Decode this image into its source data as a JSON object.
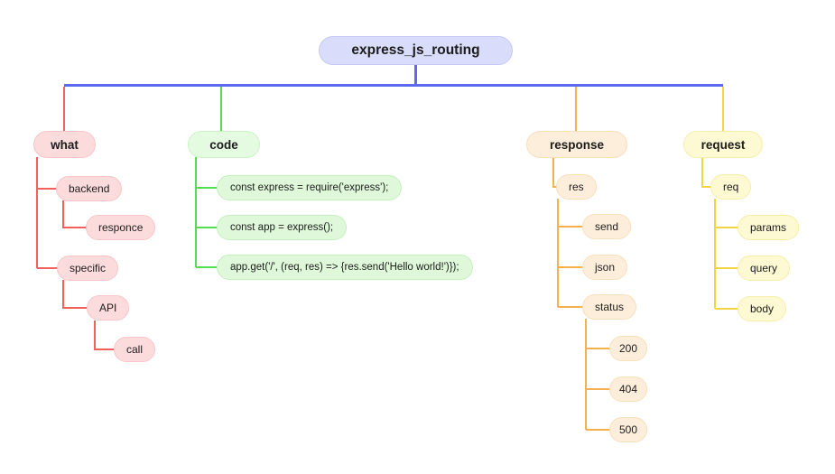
{
  "colors": {
    "background": "#ffffff",
    "text": "#1c1c1c",
    "line-root": "#5b6af0",
    "line-what": "#f4605c",
    "line-code": "#55dd52",
    "line-response": "#f7b04e",
    "line-request": "#f4d440",
    "fill-root": "#d9ddfb",
    "border-root": "#c3c8f8",
    "fill-what": "#fcdbdd",
    "border-what": "#f8c6c9",
    "fill-code-title": "#e5fbe1",
    "border-code-title": "#ccf3c6",
    "fill-code": "#def8d9",
    "border-code": "#c6efbf",
    "fill-response": "#fdeedb",
    "border-response": "#f9dfbc",
    "fill-request": "#fdf9d3",
    "border-request": "#f6eeab"
  },
  "root": {
    "label": "express_js_routing"
  },
  "branches": {
    "what": {
      "label": "what",
      "children": {
        "backend": "backend",
        "responce": "responce",
        "specific": "specific",
        "api": "API",
        "call": "call"
      }
    },
    "code": {
      "label": "code",
      "snippets": [
        "const express = require('express');",
        "const app = express();",
        "app.get('/', (req, res) => {res.send('Hello world!')});"
      ]
    },
    "response": {
      "label": "response",
      "children": {
        "res": "res",
        "send": "send",
        "json": "json",
        "status": "status",
        "codes": [
          "200",
          "404",
          "500"
        ]
      }
    },
    "request": {
      "label": "request",
      "children": {
        "req": "req",
        "params": "params",
        "query": "query",
        "body": "body"
      }
    }
  }
}
